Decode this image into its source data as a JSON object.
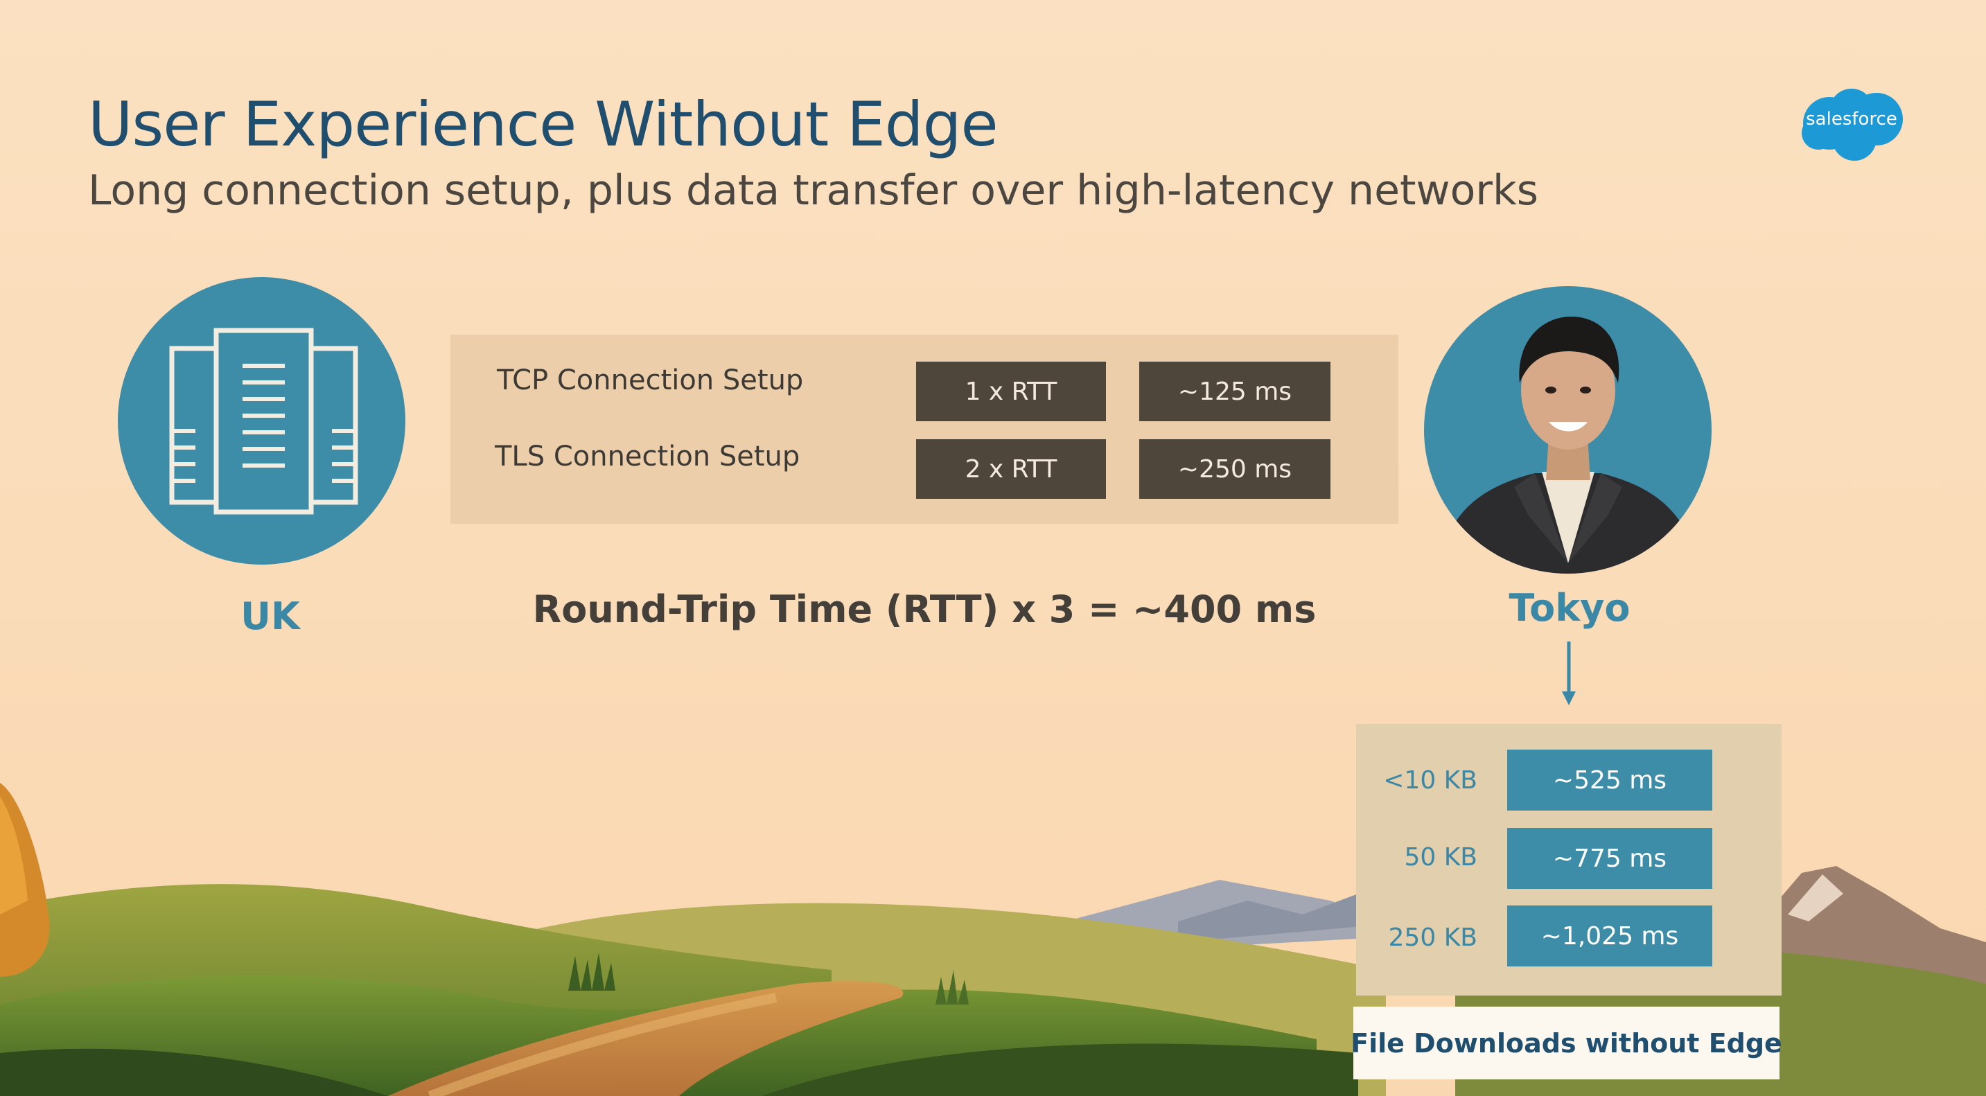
{
  "slide": {
    "title": "User Experience Without Edge",
    "subtitle": "Long connection setup, plus data transfer over high-latency networks",
    "logo_text": "salesforce"
  },
  "locations": {
    "origin": "UK",
    "client": "Tokyo"
  },
  "connection_setup": [
    {
      "label": "TCP Connection Setup",
      "rtt": "1 x RTT",
      "time": "~125 ms"
    },
    {
      "label": "TLS Connection Setup",
      "rtt": "2 x RTT",
      "time": "~250 ms"
    }
  ],
  "formula": "Round-Trip Time (RTT) x 3 = ~400 ms",
  "downloads": {
    "rows": [
      {
        "size": "<10 KB",
        "time": "~525 ms"
      },
      {
        "size": "50 KB",
        "time": "~775 ms"
      },
      {
        "size": "250 KB",
        "time": "~1,025 ms"
      }
    ],
    "caption": "File Downloads without Edge"
  },
  "colors": {
    "accent_blue": "#3d8ca8",
    "title_navy": "#1f4e6e",
    "dark_box": "#4e453b",
    "background": "#fbe0bf"
  }
}
